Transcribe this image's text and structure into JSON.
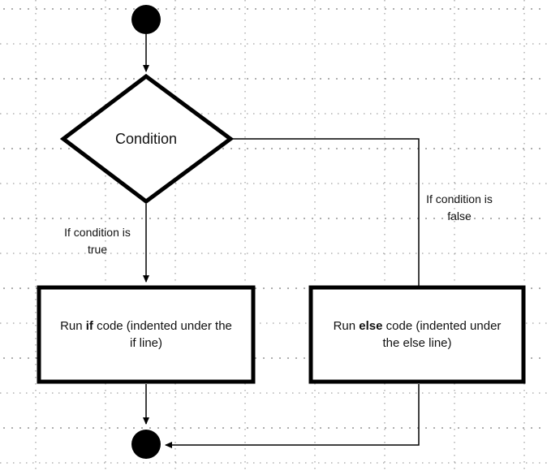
{
  "diagram": {
    "decision": {
      "label": "Condition"
    },
    "true_branch": {
      "edge_label_line1": "If condition is",
      "edge_label_line2": "true",
      "box": {
        "prefix": "Run ",
        "keyword": "if",
        "suffix_line1": " code (indented under the",
        "line2": "if line)"
      }
    },
    "false_branch": {
      "edge_label_line1": "If condition is",
      "edge_label_line2": "false",
      "box": {
        "prefix": "Run ",
        "keyword": "else",
        "suffix_line1": " code (indented under",
        "line2": "the else line)"
      }
    }
  }
}
